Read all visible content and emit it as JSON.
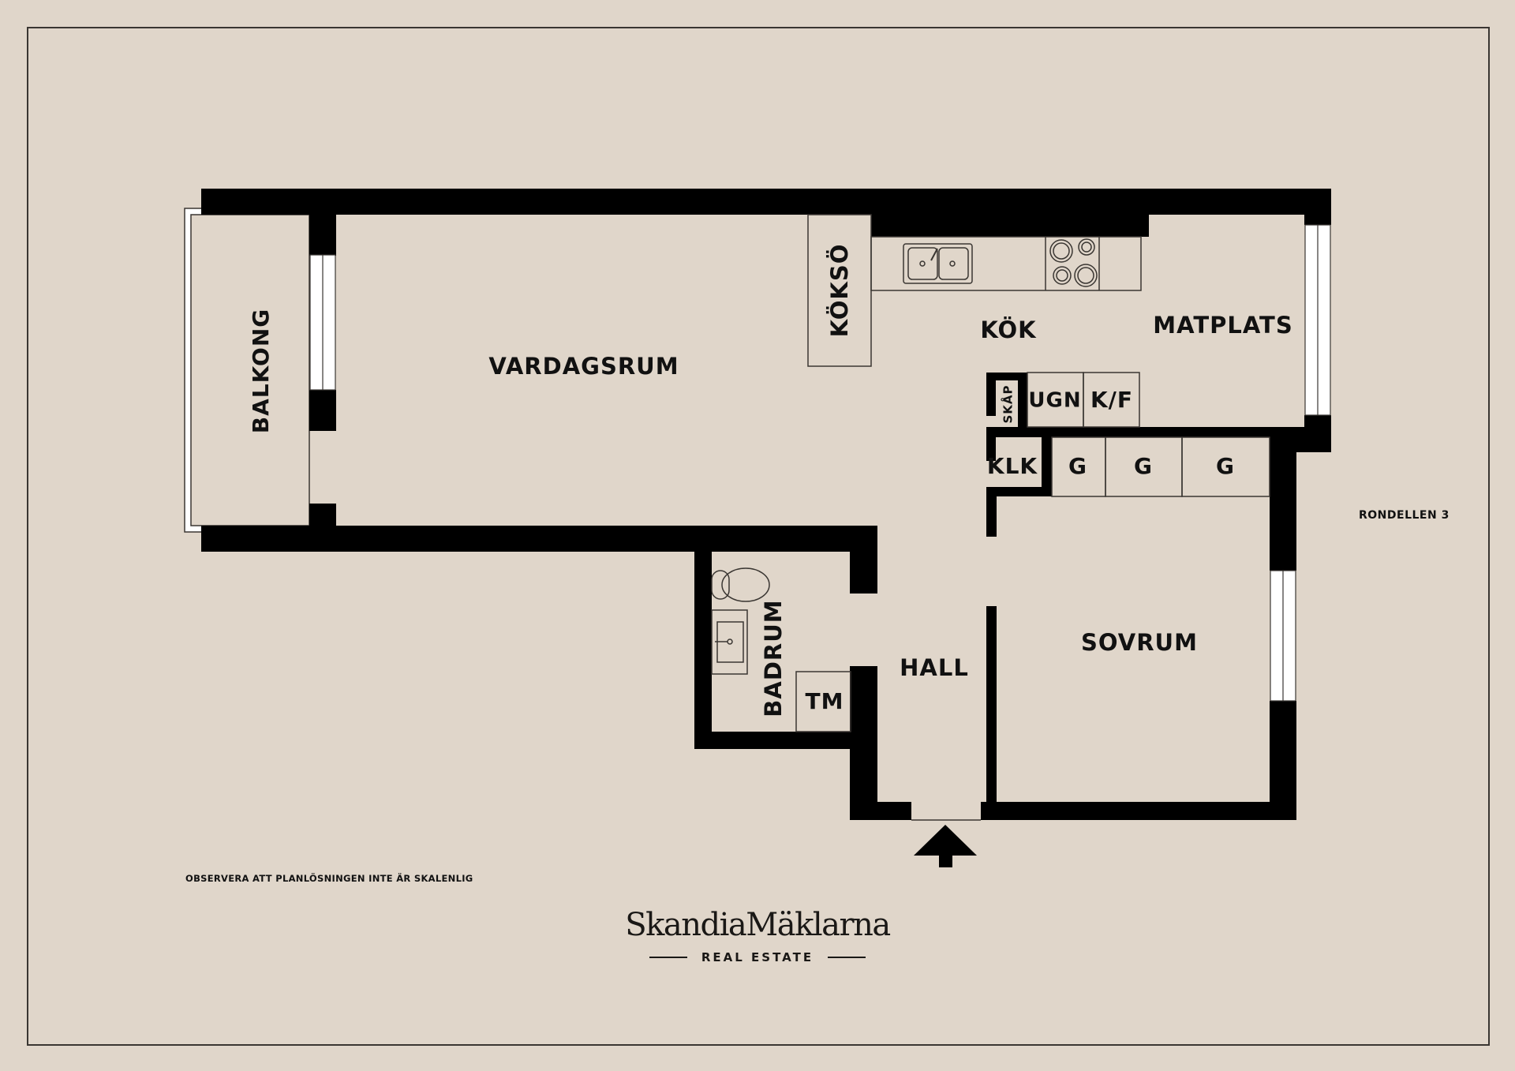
{
  "floorplan": {
    "rooms": {
      "balkong": "BALKONG",
      "vardagsrum": "VARDAGSRUM",
      "koksö": "KÖKSÖ",
      "kok": "KÖK",
      "matplats": "MATPLATS",
      "skap": "SKÅP",
      "ugn": "UGN",
      "kf": "K/F",
      "klk": "KLK",
      "g1": "G",
      "g2": "G",
      "g3": "G",
      "badrum": "BADRUM",
      "tm": "TM",
      "hall": "HALL",
      "sovrum": "SOVRUM"
    },
    "address": "RONDELLEN 3",
    "disclaimer": "OBSERVERA ATT PLANLÖSNINGEN INTE ÄR SKALENLIG",
    "entrance_icon": "entrance-arrow-icon",
    "colors": {
      "background": "#e0d6ca",
      "wall": "#000000",
      "window": "#ffffff",
      "line": "#3a3632"
    }
  },
  "brand": {
    "name": "SkandiaMäklarna",
    "tagline": "REAL ESTATE"
  }
}
